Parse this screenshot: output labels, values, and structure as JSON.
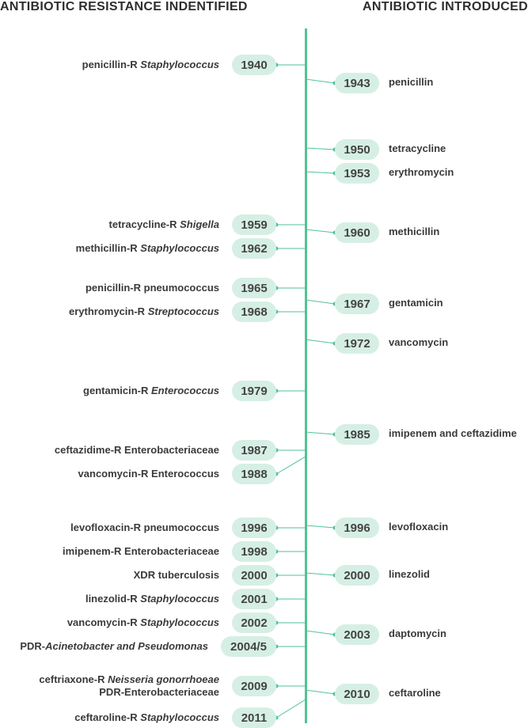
{
  "headers": {
    "left": "ANTIBIOTIC RESISTANCE INDENTIFIED",
    "right": "ANTIBIOTIC INTRODUCED"
  },
  "colors": {
    "line": "#52c297",
    "pill": "#d6efe5",
    "text": "#3a3a3a"
  },
  "resistance": [
    {
      "year": "1940",
      "label": "penicillin-R ",
      "italic": "Staphylococcus"
    },
    {
      "year": "1959",
      "label": "tetracycline-R ",
      "italic": "Shigella"
    },
    {
      "year": "1962",
      "label": "methicillin-R ",
      "italic": "Staphylococcus"
    },
    {
      "year": "1965",
      "label": "penicillin-R pneumococcus"
    },
    {
      "year": "1968",
      "label": "erythromycin-R ",
      "italic": "Streptococcus"
    },
    {
      "year": "1979",
      "label": "gentamicin-R ",
      "italic": "Enterococcus"
    },
    {
      "year": "1987",
      "label": "ceftazidime-R Enterobacteriaceae"
    },
    {
      "year": "1988",
      "label": "vancomycin-R Enterococcus"
    },
    {
      "year": "1996",
      "label": "levofloxacin-R pneumococcus"
    },
    {
      "year": "1998",
      "label": "imipenem-R Enterobacteriaceae"
    },
    {
      "year": "2000",
      "label": "XDR tuberculosis"
    },
    {
      "year": "2001",
      "label": "linezolid-R ",
      "italic": "Staphylococcus"
    },
    {
      "year": "2002",
      "label": "vancomycin-R ",
      "italic": "Staphylococcus"
    },
    {
      "year": "2004/5",
      "label": "PDR-",
      "italic": "Acinetobacter and Pseudomonas"
    },
    {
      "year": "2009",
      "label": "ceftriaxone-R ",
      "italic": "Neisseria gonorrhoeae",
      "line2": "PDR-Enterobacteriaceae"
    },
    {
      "year": "2011",
      "label": "ceftaroline-R ",
      "italic": "Staphylococcus"
    }
  ],
  "introduced": [
    {
      "year": "1943",
      "label": "penicillin"
    },
    {
      "year": "1950",
      "label": "tetracycline"
    },
    {
      "year": "1953",
      "label": "erythromycin"
    },
    {
      "year": "1960",
      "label": "methicillin"
    },
    {
      "year": "1967",
      "label": "gentamicin"
    },
    {
      "year": "1972",
      "label": "vancomycin"
    },
    {
      "year": "1985",
      "label": "imipenem and ceftazidime"
    },
    {
      "year": "1996",
      "label": "levofloxacin"
    },
    {
      "year": "2000",
      "label": "linezolid"
    },
    {
      "year": "2003",
      "label": "daptomycin"
    },
    {
      "year": "2010",
      "label": "ceftaroline"
    }
  ]
}
